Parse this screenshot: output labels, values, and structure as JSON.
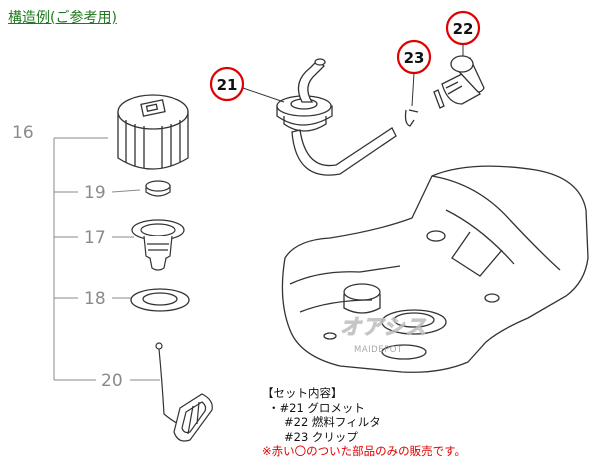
{
  "title": "構造例(ご参考用)",
  "part_numbers": [
    "16",
    "19",
    "17",
    "18",
    "20"
  ],
  "callouts": [
    "21",
    "22",
    "23"
  ],
  "legend": {
    "heading": "【セット内容】",
    "items": [
      "・#21 グロメット",
      "#22 燃料フィルタ",
      "#23 クリップ"
    ],
    "note": "※赤い〇のついた部品のみの販売です。"
  },
  "watermark": {
    "logo": "オアシス",
    "sub": "MAIDEPOT"
  },
  "colors": {
    "title": "#1f7a1f",
    "callout_circle": "#e00000",
    "note": "#e00000",
    "line_art": "#333333",
    "part_number": "#8a8a8a"
  }
}
